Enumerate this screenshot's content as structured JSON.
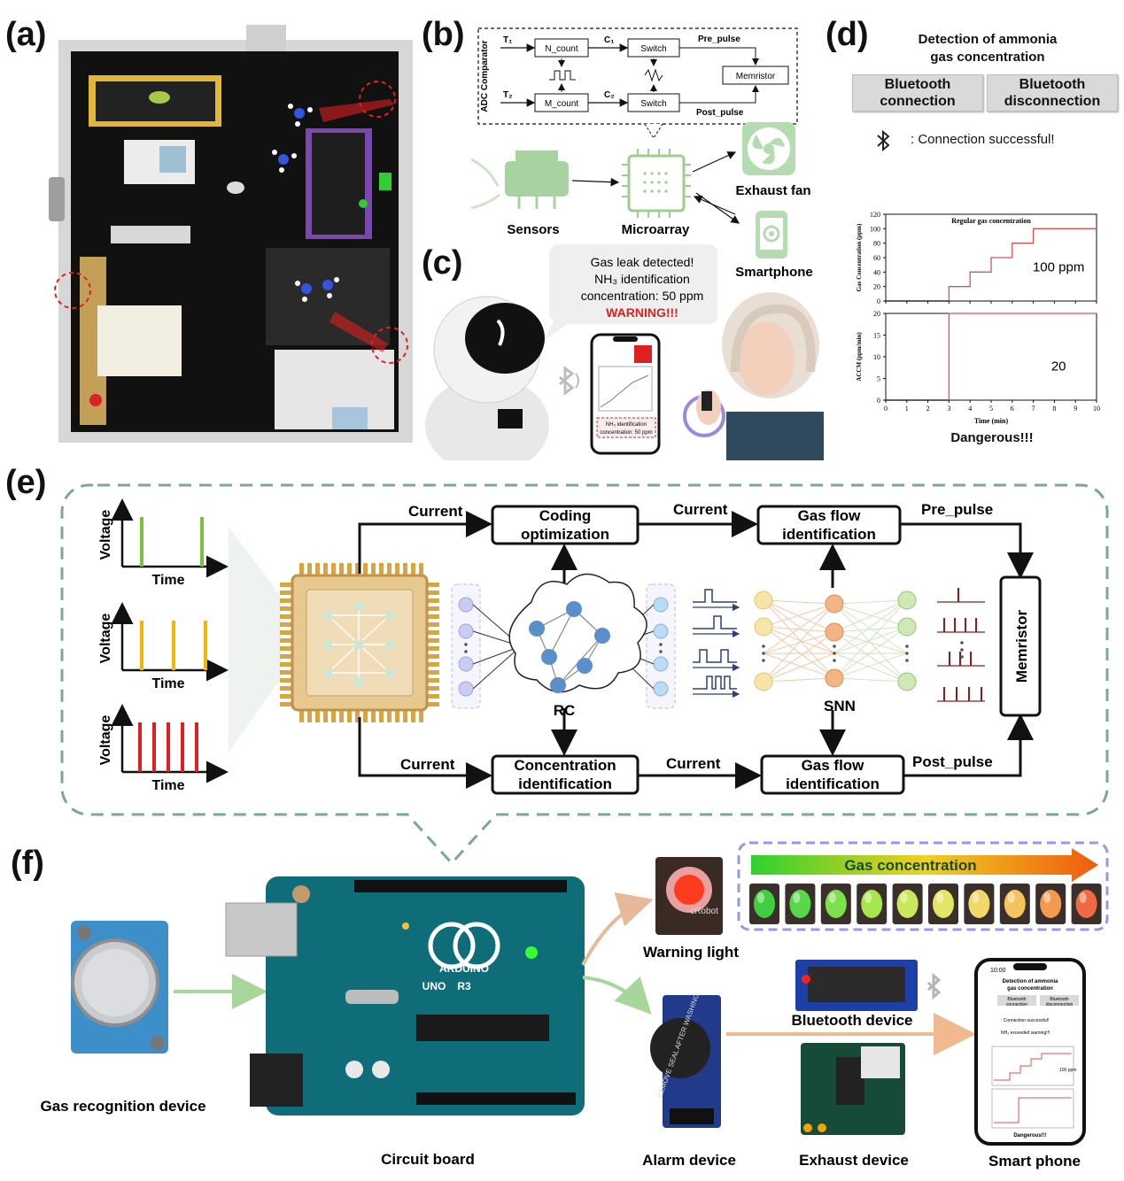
{
  "panels": {
    "a": "(a)",
    "b": "(b)",
    "c": "(c)",
    "d": "(d)",
    "e": "(e)",
    "f": "(f)"
  },
  "panel_b": {
    "adc_comparator": "ADC Comparator",
    "t1": "T₁",
    "t2": "T₂",
    "c1": "C₁",
    "c2": "C₂",
    "n_count": "N_count",
    "m_count": "M_count",
    "switch_top": "Switch",
    "switch_bottom": "Switch",
    "memristor": "Memristor",
    "pre_pulse": "Pre_pulse",
    "post_pulse": "Post_pulse",
    "sensors": "Sensors",
    "microarray": "Microarray",
    "exhaust_fan": "Exhaust fan",
    "smartphone": "Smartphone"
  },
  "panel_c": {
    "bubble_line1": "Gas leak detected!",
    "bubble_line2": "NH₃ identification",
    "bubble_line3": "concentration: 50 ppm",
    "bubble_warning": "WARNING!!!",
    "phone_note_line1": "NH₃ identification",
    "phone_note_line2": "concentration: 50 ppm"
  },
  "panel_d": {
    "title_line1": "Detection of ammonia",
    "title_line2": "gas concentration",
    "btn_connect_line1": "Bluetooth",
    "btn_connect_line2": "connection",
    "btn_disconnect_line1": "Bluetooth",
    "btn_disconnect_line2": "disconnection",
    "status": ": Connection successful!",
    "footer": "Dangerous!!!"
  },
  "panel_e": {
    "voltage": "Voltage",
    "time": "Time",
    "current_1": "Current",
    "current_2": "Current",
    "current_3": "Current",
    "current_4": "Current",
    "coding_optimization_l1": "Coding",
    "coding_optimization_l2": "optimization",
    "gas_flow_top_l1": "Gas flow",
    "gas_flow_top_l2": "identification",
    "concentration_l1": "Concentration",
    "concentration_l2": "identification",
    "gas_flow_bottom_l1": "Gas flow",
    "gas_flow_bottom_l2": "identification",
    "pre_pulse": "Pre_pulse",
    "post_pulse": "Post_pulse",
    "memristor": "Memristor",
    "rc": "RC",
    "snn": "SNN"
  },
  "panel_f": {
    "gas_recognition_device": "Gas recognition device",
    "circuit_board": "Circuit board",
    "warning_light": "Warning light",
    "gas_concentration": "Gas concentration",
    "bluetooth_device": "Bluetooth device",
    "alarm_device": "Alarm device",
    "exhaust_device": "Exhaust device",
    "smart_phone": "Smart phone",
    "arduino": "ARDUINO",
    "uno": "UNO",
    "r3": "R3",
    "crobot": "cRobot",
    "buzzer_text": "REMOVE SEAL AFTER WASHING",
    "phone_title_l1": "Detection of ammonia",
    "phone_title_l2": "gas concentration",
    "phone_btn1_l1": "Bluetooth",
    "phone_btn1_l2": "connection",
    "phone_btn2_l1": "Bluetooth",
    "phone_btn2_l2": "disconnection",
    "phone_status": ": Connection successful!",
    "phone_warning": "NH₃ exceeded warning!!!",
    "phone_ppm": "100 ppm",
    "phone_footer": "Dangerous!!!",
    "phone_time": "10:00"
  },
  "chart_data": [
    {
      "type": "line",
      "title": "Regular gas concentration",
      "ylabel": "Gas Concentration (ppm)",
      "xlabel": "",
      "ylim": [
        0,
        120
      ],
      "yticks": [
        0,
        20,
        40,
        60,
        80,
        100,
        120
      ],
      "xlim": [
        0,
        10
      ],
      "annotation": "100 ppm",
      "series": [
        {
          "color": "#000000",
          "x": [
            0,
            3
          ],
          "y": [
            0,
            0
          ]
        },
        {
          "color": "#d9534f",
          "x": [
            3,
            3,
            4,
            4,
            5,
            5,
            6,
            6,
            7,
            7,
            10
          ],
          "y": [
            0,
            20,
            20,
            40,
            40,
            60,
            60,
            80,
            80,
            100,
            100
          ]
        }
      ]
    },
    {
      "type": "line",
      "title": "",
      "ylabel": "ACCM (ppm/min)",
      "xlabel": "Time (min)",
      "ylim": [
        0,
        20
      ],
      "yticks": [
        0,
        5,
        10,
        15,
        20
      ],
      "xlim": [
        0,
        10
      ],
      "xticks": [
        0,
        1,
        2,
        3,
        4,
        5,
        6,
        7,
        8,
        9,
        10
      ],
      "annotation": "20",
      "series": [
        {
          "color": "#000000",
          "x": [
            0,
            3
          ],
          "y": [
            0,
            0
          ]
        },
        {
          "color": "#d9534f",
          "x": [
            3,
            3,
            10
          ],
          "y": [
            0,
            20,
            20
          ]
        }
      ]
    }
  ],
  "colors": {
    "green_pulse": "#7cc242",
    "yellow_pulse": "#f2b705",
    "red_pulse": "#e02020",
    "dashed_border": "#7aa893",
    "chip_gold": "#d9a441",
    "rc_node": "#5b8fc9",
    "snn_yellow": "#f7e4a8",
    "snn_orange": "#f3b486",
    "snn_green": "#cfe8b6",
    "warning_red": "#e02020",
    "chart_red": "#d9534f"
  },
  "gas_concentration_leds": [
    "#3fcf3f",
    "#55d94a",
    "#7ee04a",
    "#a8e64d",
    "#cbe85a",
    "#e3e565",
    "#f0d869",
    "#f3c45e",
    "#f39a4e",
    "#ef6a43"
  ]
}
